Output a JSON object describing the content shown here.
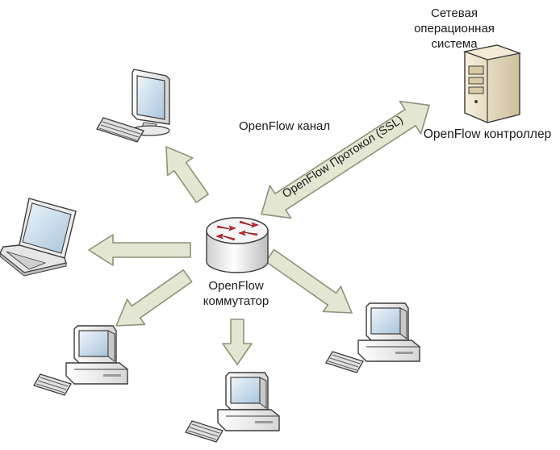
{
  "labels": {
    "network_os_line1": "Сетевая",
    "network_os_line2": "операционная",
    "network_os_line3": "система",
    "controller": "OpenFlow контроллер",
    "channel": "OpenFlow канал",
    "protocol": "OpenFlow Протокол (SSL)",
    "switch_line1": "OpenFlow",
    "switch_line2": "коммутатор"
  },
  "colors": {
    "arrow_fill": "#e3e7d2",
    "arrow_stroke": "#8c9478",
    "router_red": "#d9252a",
    "router_body": "#e8e8e8",
    "device_body": "#f1f1f1",
    "device_stroke": "#3b3b3b",
    "screen": "#cfe0ee",
    "server_body": "#e7dcc0"
  },
  "icons": [
    "server-icon",
    "router-icon",
    "monitor-icon",
    "laptop-icon",
    "desktop-pc-icon"
  ]
}
